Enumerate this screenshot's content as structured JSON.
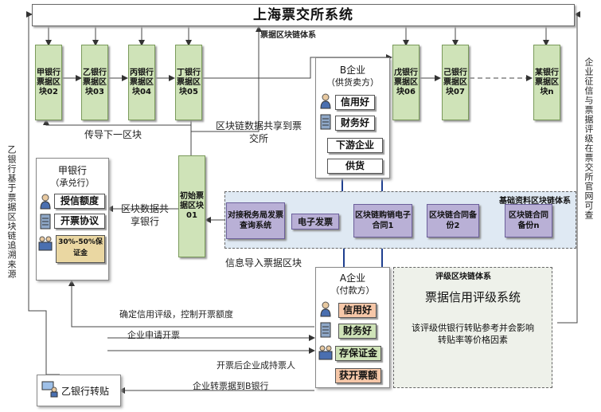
{
  "title": "上海票交所系统",
  "subtitle_chain": "票据区块链体系",
  "banks": [
    {
      "key": "jia",
      "label": "甲银行票据区块02"
    },
    {
      "key": "yi",
      "label": "乙银行票据区块03"
    },
    {
      "key": "bing",
      "label": "丙银行票据区块04"
    },
    {
      "key": "ding",
      "label": "丁银行票据区块05"
    },
    {
      "key": "wu",
      "label": "戊银行票据区块06"
    },
    {
      "key": "ji",
      "label": "己银行票据区块07"
    },
    {
      "key": "mou",
      "label": "某银行票据区块n"
    }
  ],
  "genesis_block": "初始票据区块01",
  "flow_labels": {
    "pass_next": "传导下一区块",
    "chain_share": "区块链数据共享到票交所",
    "block_share": "区块数据共享银行",
    "info_import": "信息导入票据区块",
    "confirm_credit": "确定信用评级，控制开票额度",
    "enterprise_apply": "企业申请开票",
    "after_issue": "开票后企业成持票人",
    "transfer": "企业转票据到B银行"
  },
  "bank_jia": {
    "title": "甲银行",
    "subtitle": "（承兑行）",
    "items": [
      "授信额度",
      "开票协议",
      "30%-50%保证金"
    ]
  },
  "enterprise_b": {
    "title": "B企业",
    "subtitle": "（供货卖方）",
    "items": [
      "信用好",
      "财务好",
      "下游企业",
      "供货"
    ]
  },
  "enterprise_a": {
    "title": "A企业",
    "subtitle": "（付款方）",
    "items": [
      "信用好",
      "财务好",
      "存保证金",
      "获开票额"
    ]
  },
  "base_chain": {
    "title": "基础资料区块链体系",
    "tax": "对接税务局发票查询系统",
    "invoice": "电子发票",
    "contract": "区块链购销电子合同1",
    "backup2": "区块链合同备份2",
    "backupn": "区块链合同备份n"
  },
  "rating": {
    "title": "评级区块链体系",
    "system": "票据信用评级系统",
    "desc": "该评级供银行转贴参考并会影响转贴率等价格因素"
  },
  "yi_discount": "乙银行转贴",
  "left_vertical": "乙银行基于票据区块链追溯来源",
  "right_vertical": "企业征信与票据评级在票交所官网可查"
}
